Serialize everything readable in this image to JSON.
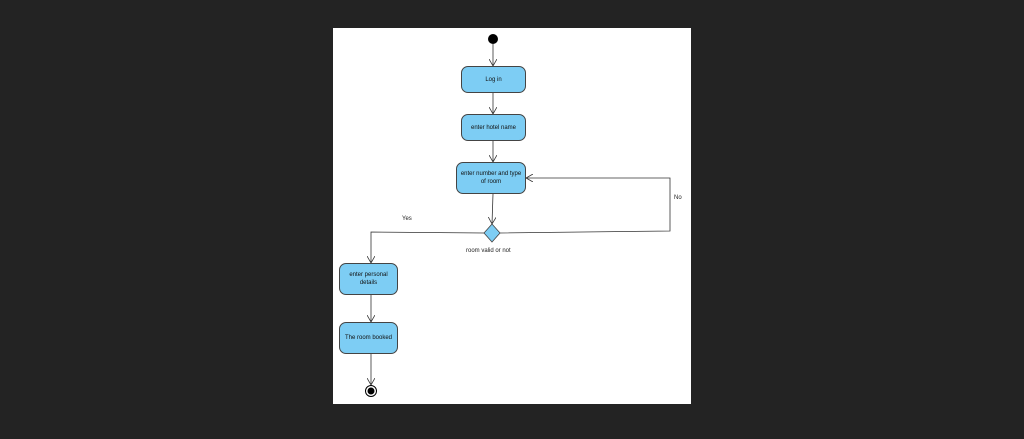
{
  "colors": {
    "activity_fill": "#7dcdf4",
    "activity_border": "#444444",
    "line": "#333333",
    "node": "#000000",
    "canvas": "#ffffff",
    "viewer_background": "#232323"
  },
  "nodes": {
    "login": "Log in",
    "hotel_name": "enter hotel name",
    "room_type": "enter number and type of room",
    "personal_details": "enter personal details",
    "room_booked": "The room booked"
  },
  "decision": {
    "label": "room valid or not",
    "yes_label": "Yes",
    "no_label": "No"
  }
}
